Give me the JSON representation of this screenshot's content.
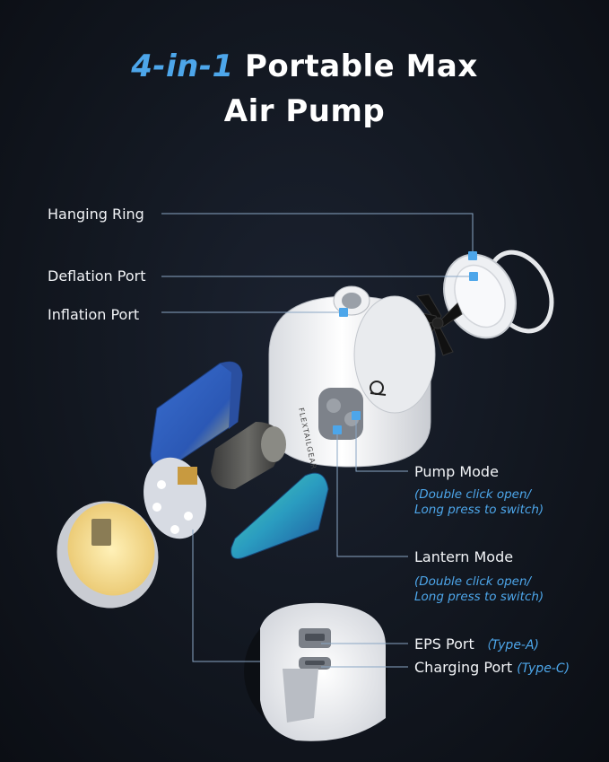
{
  "title": {
    "accent": "4-in-1",
    "line1_rest": "Portable Max",
    "line2": "Air Pump"
  },
  "brand": "FLEXTAILGEAR",
  "labels": {
    "hanging_ring": "Hanging Ring",
    "deflation_port": "Deflation Port",
    "inflation_port": "Inflation Port",
    "pump_mode": "Pump Mode",
    "pump_mode_sub1": "(Double click open/",
    "pump_mode_sub2": "Long press to switch)",
    "lantern_mode": "Lantern Mode",
    "lantern_mode_sub1": "(Double click open/",
    "lantern_mode_sub2": "Long press to switch)",
    "eps_port": "EPS Port",
    "eps_type": "（Type-A)",
    "charging_port": "Charging Port",
    "charging_type": "(Type-C)"
  },
  "colors": {
    "accent": "#4da6ea",
    "background": "#121720",
    "callout_line": "#8aa6c4"
  }
}
